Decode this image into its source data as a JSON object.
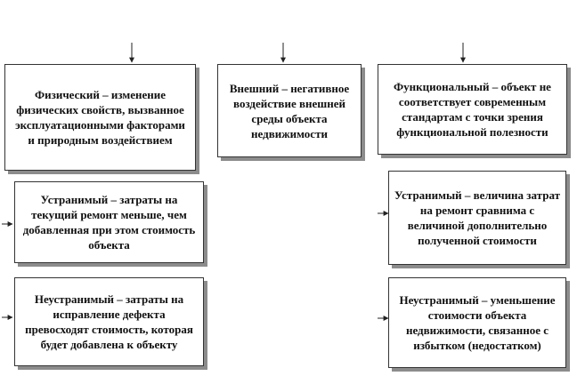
{
  "boxes": {
    "physical": "Физический – изменение физических свойств, вызванное эксплуатационными факторами и природным воздействием",
    "external": "Внешний – негативное воздействие внешней среды объекта недвижимости",
    "functional": "Функциональный – объект не соответствует современным стандартам с точки зрения функциональной полезности",
    "physical_removable": "Устранимый – затраты на текущий ремонт меньше, чем добавленная при этом стоимость объекта",
    "physical_irremovable": "Неустранимый – затраты на исправление дефекта превосходят стоимость, которая будет добавлена к объекту",
    "functional_removable": "Устранимый – величина затрат на ремонт сравнима с величиной дополнительно полученной стоимости",
    "functional_irremovable": "Неустранимый – уменьшение стоимости объекта недвижимости, связанное с избытком (недостатком)"
  },
  "colors": {
    "border": "#333333",
    "shadow": "#8c8c8c",
    "text": "#111111"
  }
}
